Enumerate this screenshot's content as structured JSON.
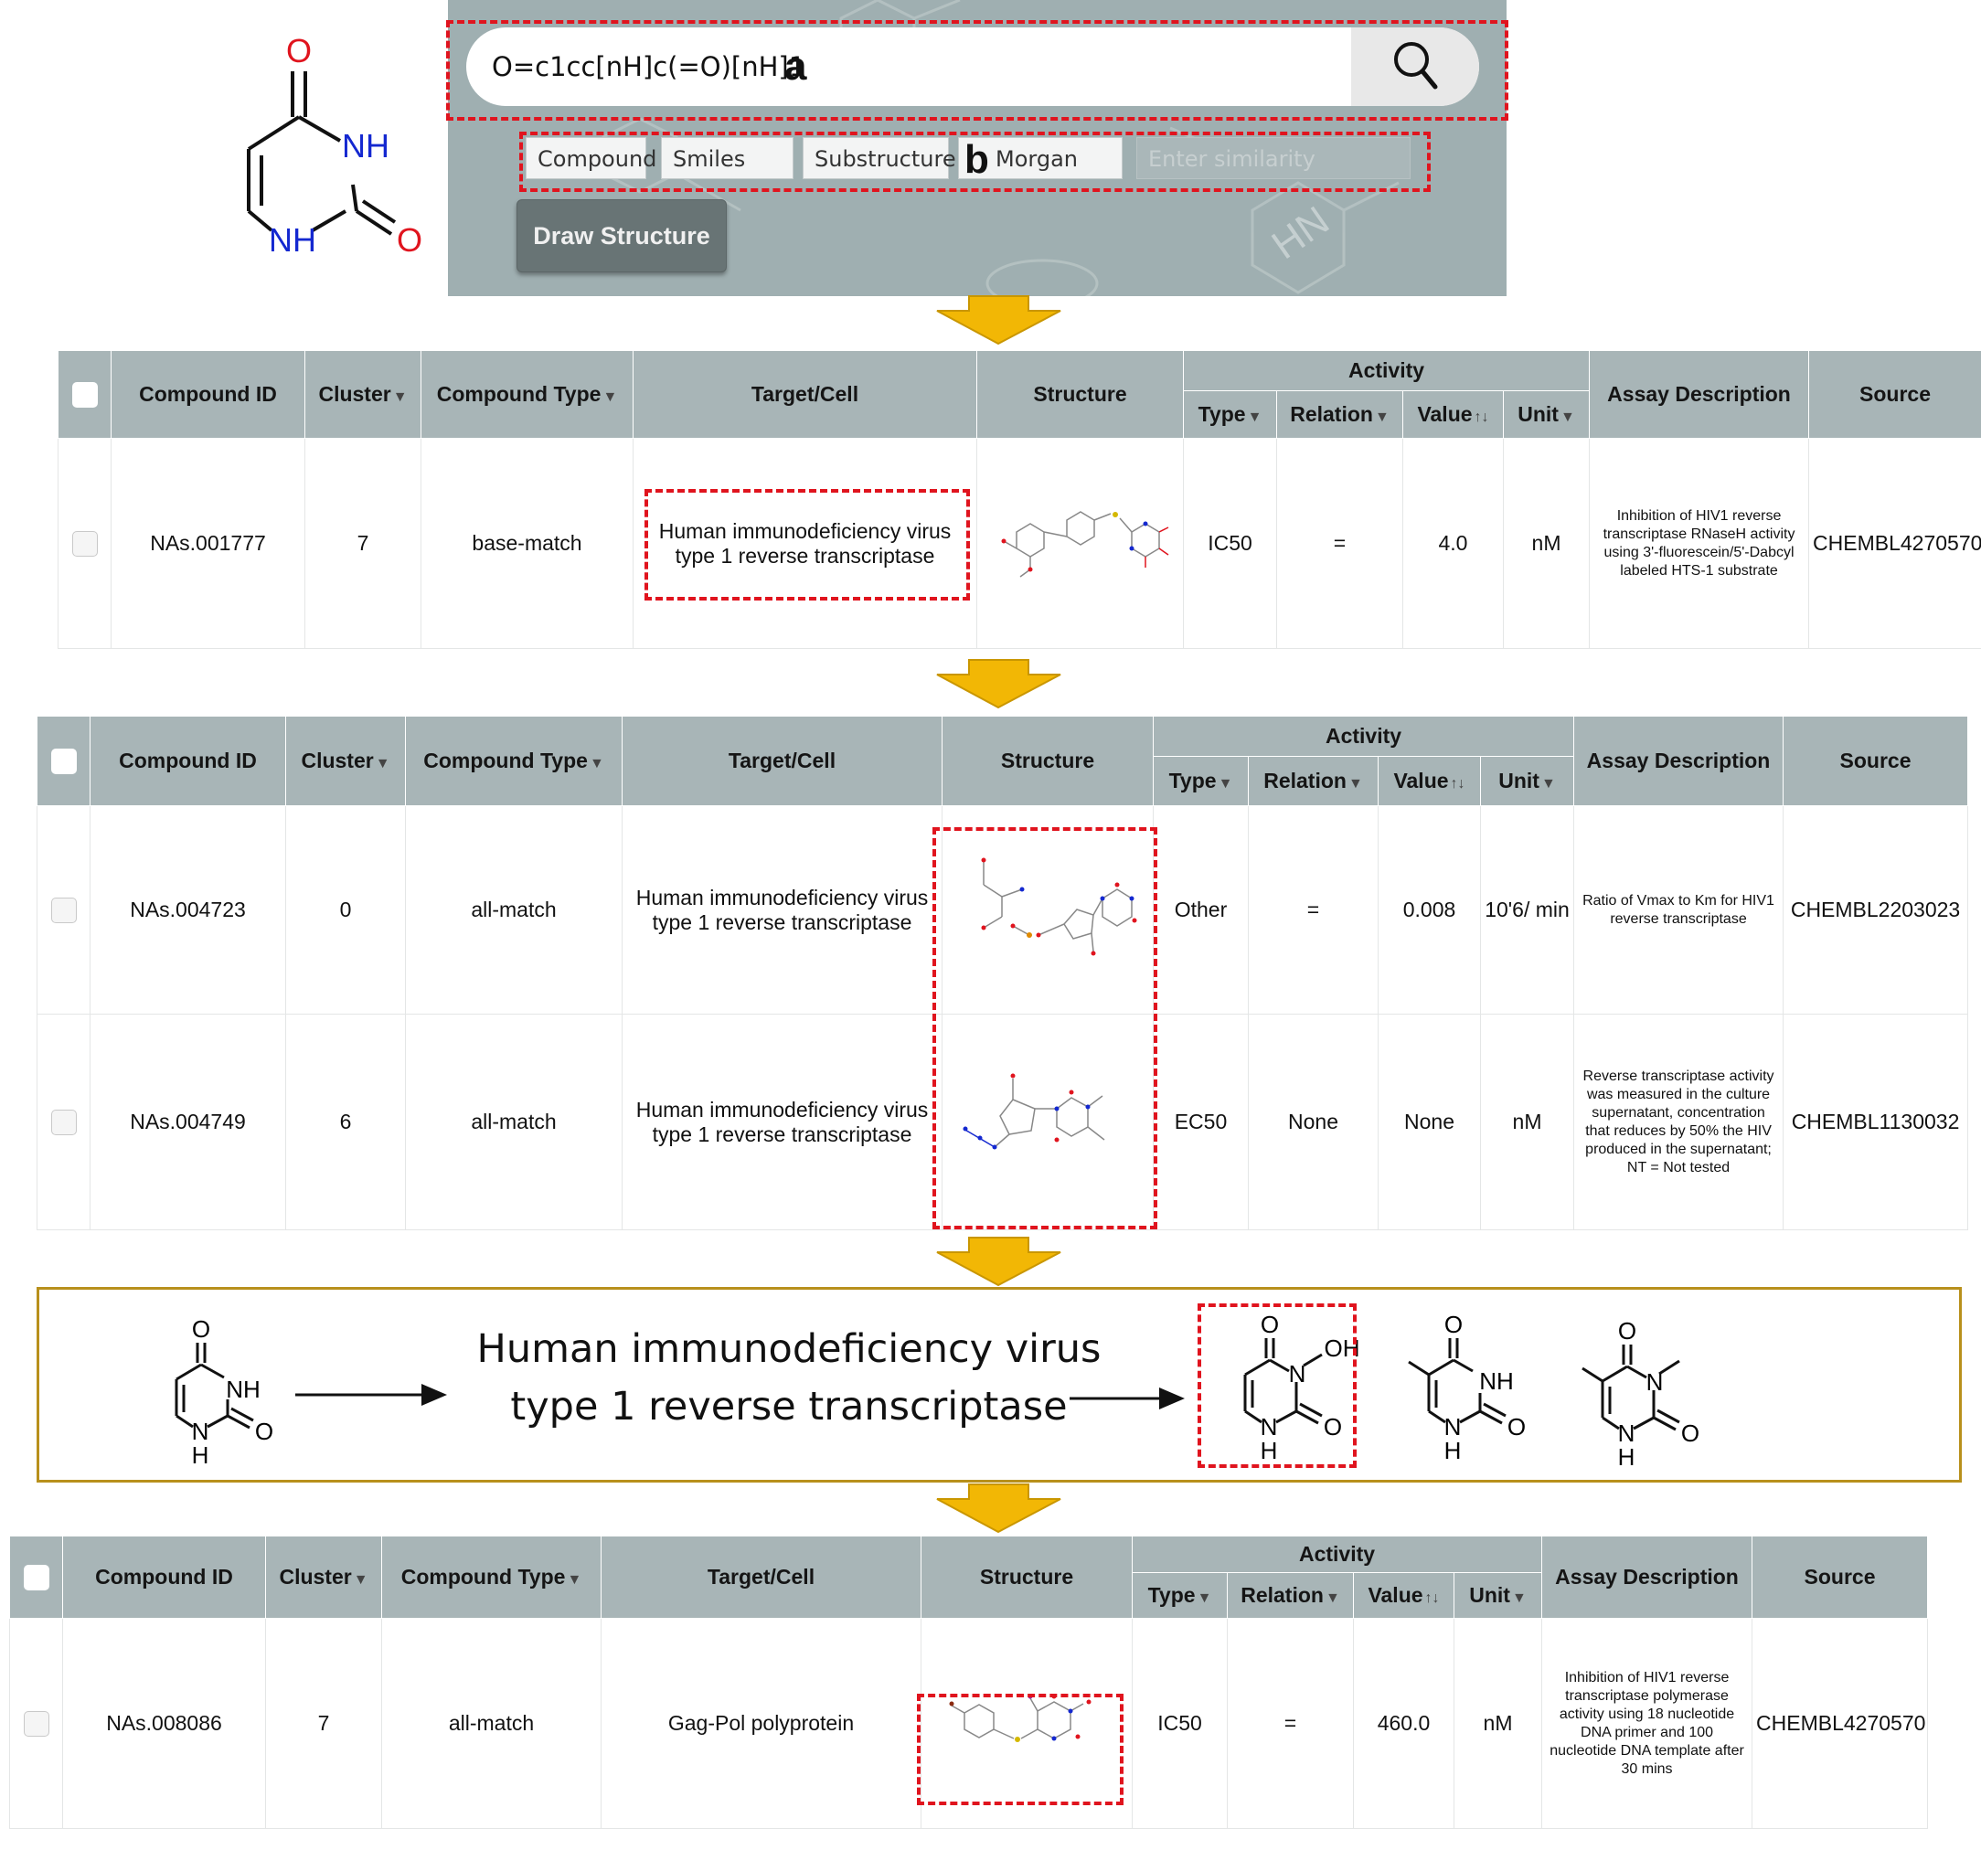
{
  "search": {
    "query": "O=c1cc[nH]c(=O)[nH]1",
    "search_icon": "search-icon",
    "fields": [
      "Compound",
      "Smiles",
      "Substructure",
      "Morgan"
    ],
    "similarity_placeholder": "Enter similarity",
    "draw_button": "Draw Structure"
  },
  "annotations": {
    "a": "a",
    "b": "b"
  },
  "molecule_labels": {
    "uracil_top": {
      "o1": "O",
      "nh1": "NH",
      "nh2": "NH",
      "o2": "O"
    },
    "uracil_box": {
      "o1": "O",
      "nh": "NH",
      "n": "N",
      "h": "H",
      "o2": "O"
    },
    "hydroxy": {
      "o1": "O",
      "n": "N",
      "oh": "OH",
      "n2": "N",
      "h": "H",
      "o2": "O"
    },
    "thymine": {
      "o1": "O",
      "nh": "NH",
      "n": "N",
      "h": "H",
      "o2": "O"
    },
    "methylthymine": {
      "o1": "O",
      "n": "N",
      "n2": "N",
      "h": "H",
      "o2": "O"
    }
  },
  "table_headers": {
    "compound_id": "Compound ID",
    "cluster": "Cluster",
    "compound_type": "Compound Type",
    "target": "Target/Cell",
    "structure": "Structure",
    "activity": "Activity",
    "type": "Type",
    "relation": "Relation",
    "value": "Value",
    "unit": "Unit",
    "assay": "Assay Description",
    "source": "Source",
    "sort_down": "▼",
    "sort_updown": "↑↓"
  },
  "table1": {
    "rows": [
      {
        "id": "NAs.001777",
        "cluster": "7",
        "ctype": "base-match",
        "target": "Human immunodeficiency virus type 1 reverse transcriptase",
        "type": "IC50",
        "relation": "=",
        "value": "4.0",
        "unit": "nM",
        "assay": "Inhibition of HIV1 reverse transcriptase RNaseH activity using 3'-fluorescein/5'-Dabcyl labeled HTS-1 substrate",
        "source": "CHEMBL4270570"
      }
    ]
  },
  "table2": {
    "rows": [
      {
        "id": "NAs.004723",
        "cluster": "0",
        "ctype": "all-match",
        "target": "Human immunodeficiency virus type 1 reverse transcriptase",
        "type": "Other",
        "relation": "=",
        "value": "0.008",
        "unit": "10'6/ min",
        "assay": "Ratio of Vmax to Km for HIV1 reverse transcriptase",
        "source": "CHEMBL2203023"
      },
      {
        "id": "NAs.004749",
        "cluster": "6",
        "ctype": "all-match",
        "target": "Human immunodeficiency virus type 1 reverse transcriptase",
        "type": "EC50",
        "relation": "None",
        "value": "None",
        "unit": "nM",
        "assay": "Reverse transcriptase activity was measured in the culture supernatant, concentration that reduces by 50% the HIV produced in the supernatant; NT = Not tested",
        "source": "CHEMBL1130032"
      }
    ]
  },
  "summary": {
    "line1": "Human immunodeficiency virus",
    "line2": "type 1 reverse transcriptase"
  },
  "table3": {
    "rows": [
      {
        "id": "NAs.008086",
        "cluster": "7",
        "ctype": "all-match",
        "target": "Gag-Pol polyprotein",
        "type": "IC50",
        "relation": "=",
        "value": "460.0",
        "unit": "nM",
        "assay": "Inhibition of HIV1 reverse transcriptase polymerase activity using 18 nucleotide DNA primer and 100 nucleotide DNA template after 30 mins",
        "source": "CHEMBL4270570"
      }
    ]
  },
  "colors": {
    "panel": "#9fafb1",
    "header": "#a8b5b7",
    "highlight": "#e0141e",
    "arrow": "#f2b705",
    "box_border": "#b8901c",
    "oxygen": "#e0141e",
    "nitrogen": "#1428d0"
  },
  "icons": {
    "arrow": "down-arrow-icon",
    "right_arrow": "right-arrow-icon"
  }
}
